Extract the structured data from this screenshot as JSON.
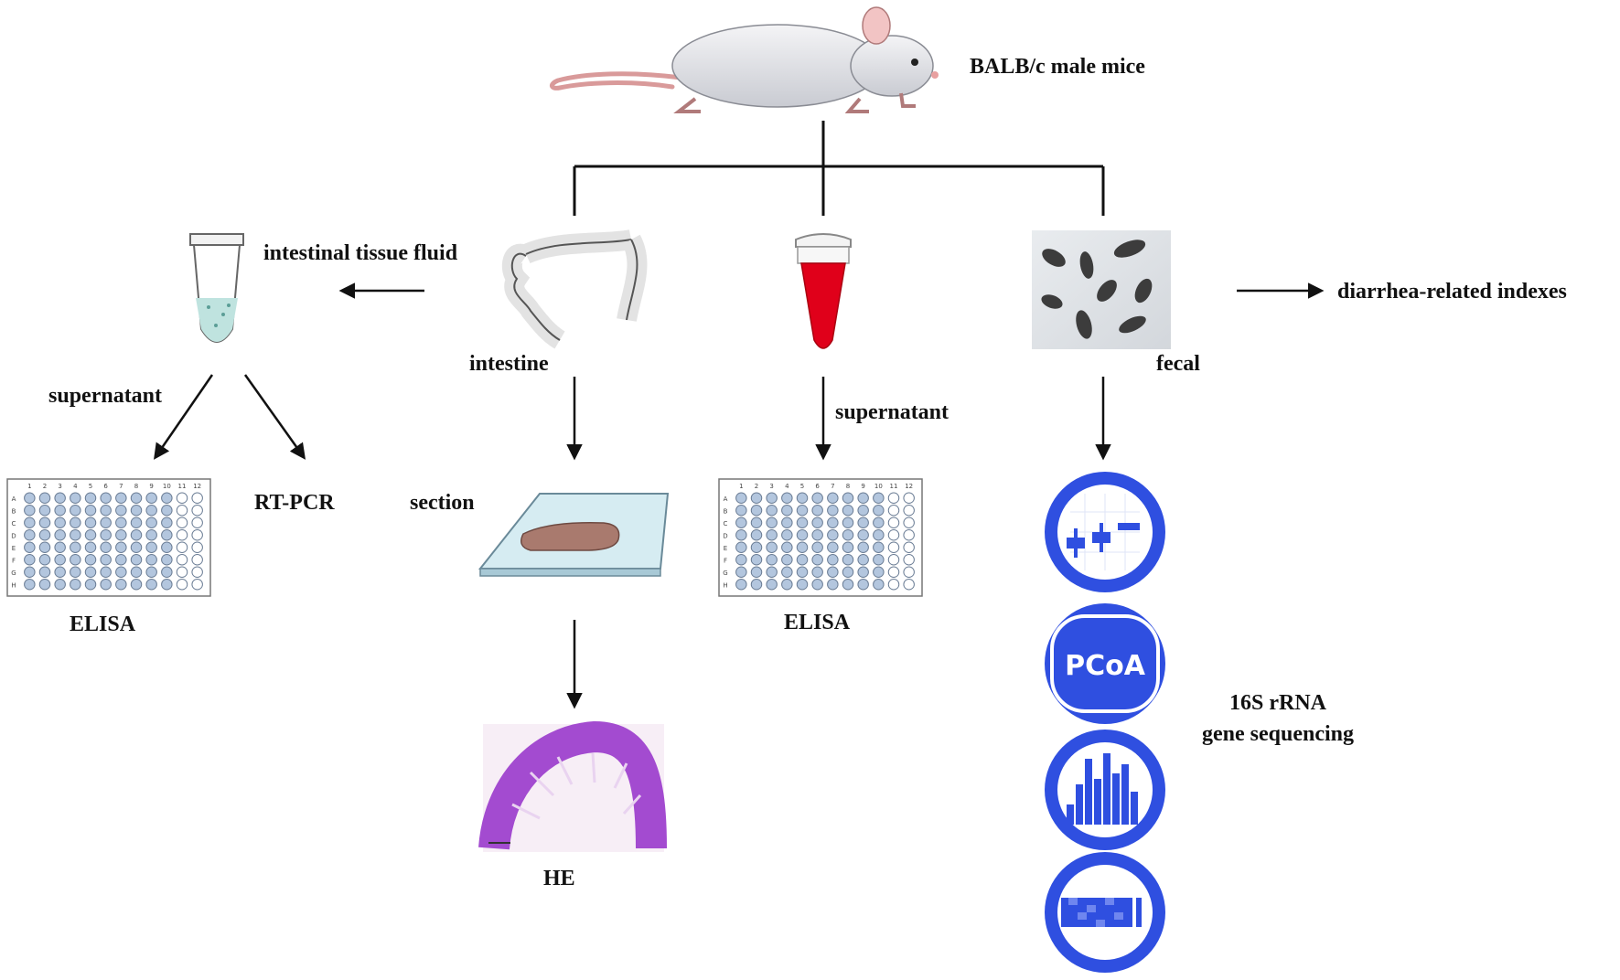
{
  "labels": {
    "mice": "BALB/c male mice",
    "intestinal_fluid": "intestinal tissue fluid",
    "intestine": "intestine",
    "fecal": "fecal",
    "diarrhea": "diarrhea-related indexes",
    "supernatant_left": "supernatant",
    "supernatant_mid": "supernatant",
    "rtpcr": "RT-PCR",
    "section": "section",
    "elisa_left": "ELISA",
    "elisa_mid": "ELISA",
    "he": "HE",
    "seq_line1": "16S rRNA",
    "seq_line2": "gene sequencing",
    "pcoa": "PCoA"
  },
  "plate": {
    "cols": [
      "1",
      "2",
      "3",
      "4",
      "5",
      "6",
      "7",
      "8",
      "9",
      "10",
      "11",
      "12"
    ],
    "rows": [
      "A",
      "B",
      "C",
      "D",
      "E",
      "F",
      "G",
      "H"
    ],
    "filled_cols": 10,
    "fill_color": "#b3c6de",
    "empty_color": "#ffffff"
  },
  "colors": {
    "line": "#111111",
    "icon_blue": "#2f4fe0",
    "blood_red": "#e0001a",
    "fluid": "#bfe3df",
    "slide_tissue": "#a97a6e",
    "he_purple": "#a34bd0"
  }
}
